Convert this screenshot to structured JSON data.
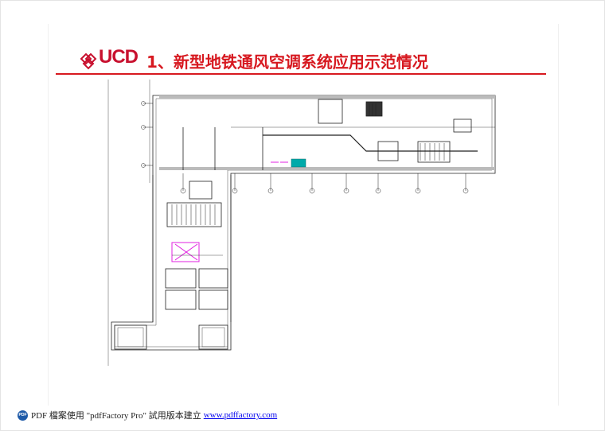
{
  "header": {
    "logo_text": "UCD",
    "title": "1、新型地铁通风空调系统应用示范情况"
  },
  "footer": {
    "prefix": "PDF 檔案使用 \"pdfFactory Pro\" 試用版本建立",
    "link": "www.pdffactory.com"
  },
  "colors": {
    "accent": "#d71920",
    "drawing_line": "#222222",
    "highlight_magenta": "#e020e0",
    "highlight_cyan": "#00aaaa"
  },
  "icons": {
    "logo": "ucd-diamond-logo-icon",
    "footer": "pdf-badge-icon"
  }
}
